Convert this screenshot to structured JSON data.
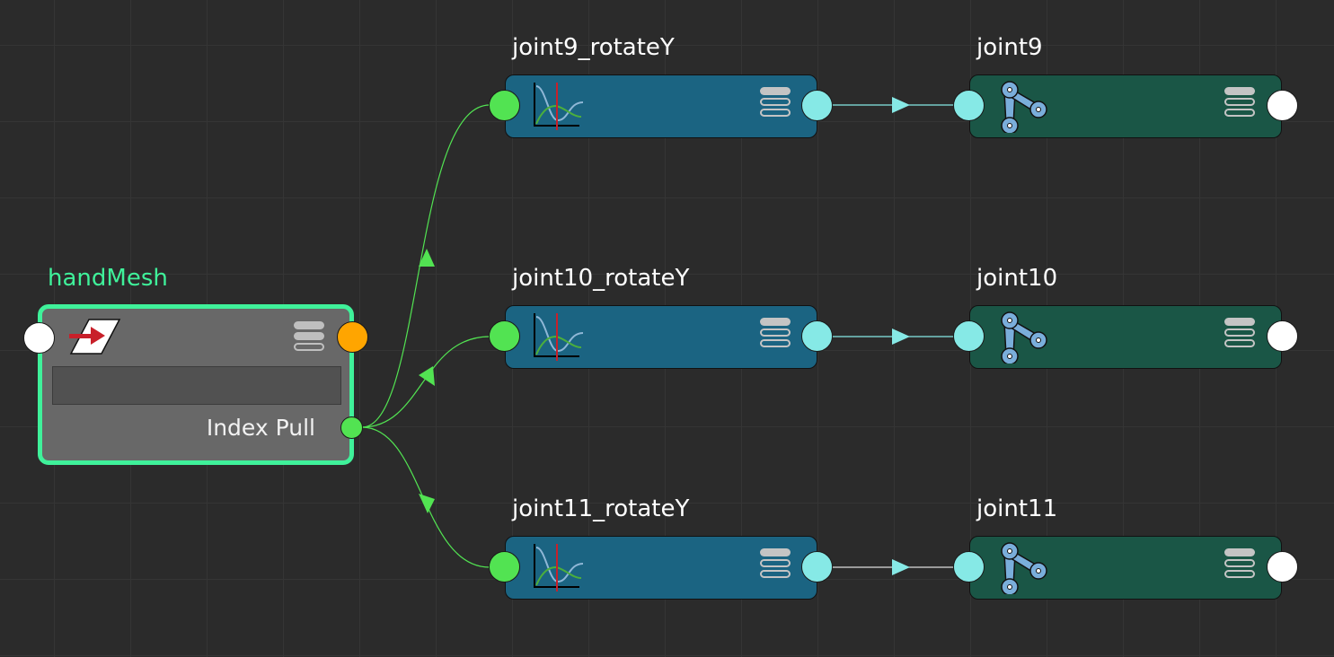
{
  "colors": {
    "background": "#2b2b2b",
    "selected_outline": "#3ff19a",
    "mesh_node": "#686868",
    "anim_node": "#1b6482",
    "joint_node": "#1a5646",
    "port_green": "#52e352",
    "port_orange": "#ffa500",
    "port_cyan": "#86e9e6",
    "port_white": "#ffffff"
  },
  "mesh_node": {
    "title": "handMesh",
    "attribute_label": "Index Pull",
    "icon": "mesh-transform-icon"
  },
  "anim_nodes": [
    {
      "title": "joint9_rotateY",
      "icon": "anim-curve-icon"
    },
    {
      "title": "joint10_rotateY",
      "icon": "anim-curve-icon"
    },
    {
      "title": "joint11_rotateY",
      "icon": "anim-curve-icon"
    }
  ],
  "joint_nodes": [
    {
      "title": "joint9",
      "icon": "joint-icon"
    },
    {
      "title": "joint10",
      "icon": "joint-icon"
    },
    {
      "title": "joint11",
      "icon": "joint-icon"
    }
  ]
}
